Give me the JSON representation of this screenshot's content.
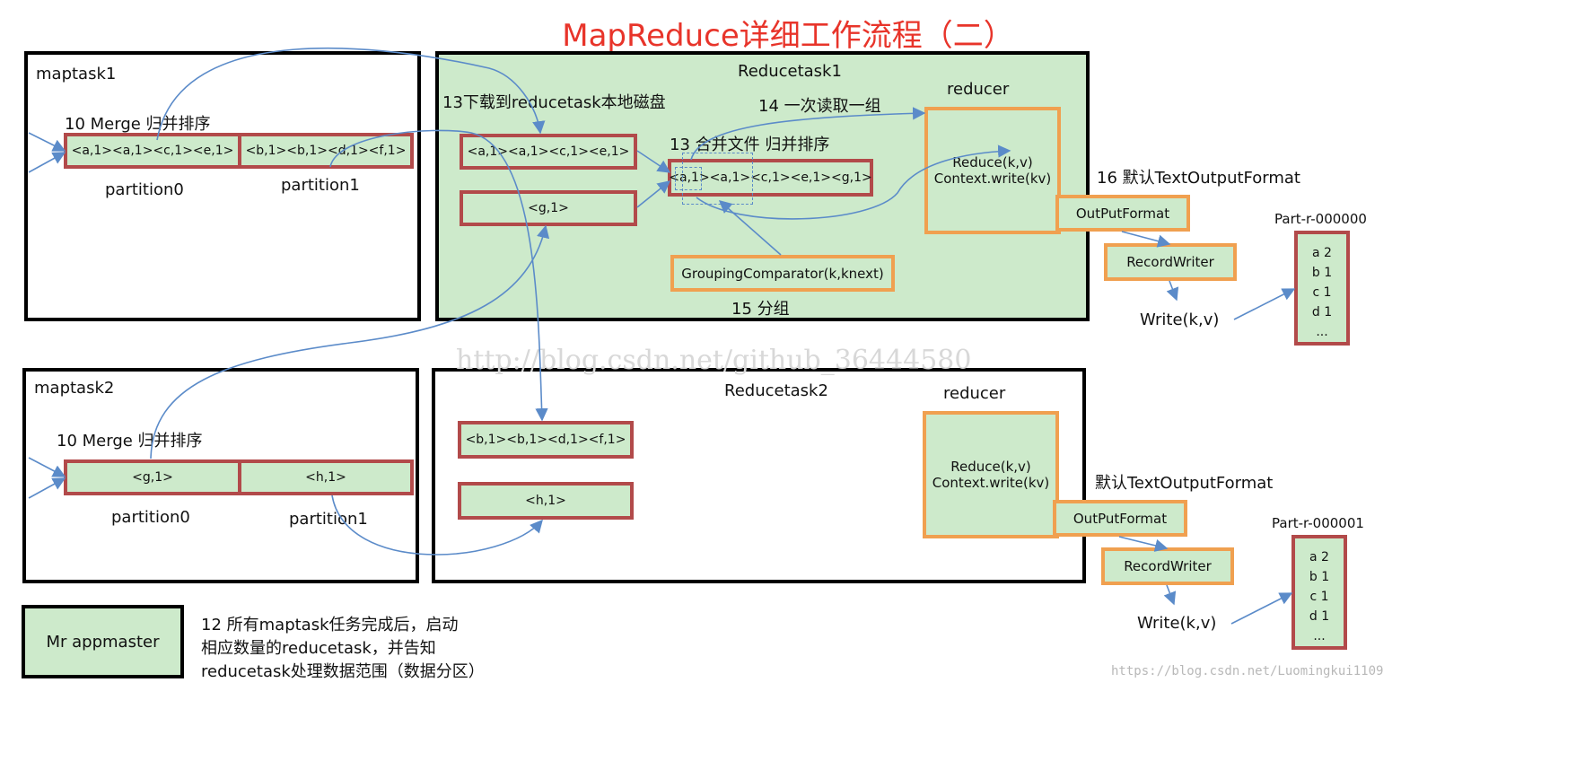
{
  "title": "MapReduce详细工作流程（二）",
  "maptask1": {
    "name": "maptask1",
    "merge_label": "10 Merge 归并排序",
    "partition0": {
      "content": "<a,1><a,1><c,1><e,1>",
      "label": "partition0"
    },
    "partition1": {
      "content": "<b,1><b,1><d,1><f,1>",
      "label": "partition1"
    }
  },
  "maptask2": {
    "name": "maptask2",
    "merge_label": "10 Merge 归并排序",
    "partition0": {
      "content": "<g,1>",
      "label": "partition0"
    },
    "partition1": {
      "content": "<h,1>",
      "label": "partition1"
    }
  },
  "reducetask1": {
    "name": "Reducetask1",
    "download_label": "13下载到reducetask本地磁盘",
    "read_label": "14 一次读取一组",
    "merge_label": "13 合并文件 归并排序",
    "file1": "<a,1><a,1><c,1><e,1>",
    "file2": "<g,1>",
    "merged": "<a,1><a,1><c,1><e,1><g,1>",
    "grouping": "GroupingComparator(k,knext)",
    "grouping_label": "15 分组",
    "reducer_label": "reducer",
    "reducer_lines": [
      "Reduce(k,v)",
      "Context.write(kv)"
    ],
    "output_format_label": "16 默认TextOutputFormat"
  },
  "reducetask2": {
    "name": "Reducetask2",
    "file1": "<b,1><b,1><d,1><f,1>",
    "file2": "<h,1>",
    "reducer_label": "reducer",
    "reducer_lines": [
      "Reduce(k,v)",
      "Context.write(kv)"
    ],
    "output_format_label": "默认TextOutputFormat"
  },
  "output1": {
    "outputformat": "OutPutFormat",
    "recordwriter": "RecordWriter",
    "write": "Write(k,v)",
    "file_name": "Part-r-000000",
    "lines": [
      "a 2",
      "b 1",
      "c 1",
      "d 1",
      "..."
    ]
  },
  "output2": {
    "outputformat": "OutPutFormat",
    "recordwriter": "RecordWriter",
    "write": "Write(k,v)",
    "file_name": "Part-r-000001",
    "lines": [
      "a 2",
      "b 1",
      "c 1",
      "d 1",
      "..."
    ]
  },
  "appmaster": {
    "label": "Mr appmaster",
    "note_lines": [
      "12 所有maptask任务完成后，启动",
      "相应数量的reducetask，并告知",
      "reducetask处理数据范围（数据分区）"
    ]
  },
  "watermarks": {
    "center": "http://blog.csdn.net/github_36444580",
    "corner": "https://blog.csdn.net/Luomingkui1109"
  },
  "colors": {
    "title": "#e8342a",
    "green_fill": "#cdeacb",
    "red_border": "#b24a4a",
    "orange_border": "#f0a050",
    "arrow": "#5b8bc9"
  }
}
